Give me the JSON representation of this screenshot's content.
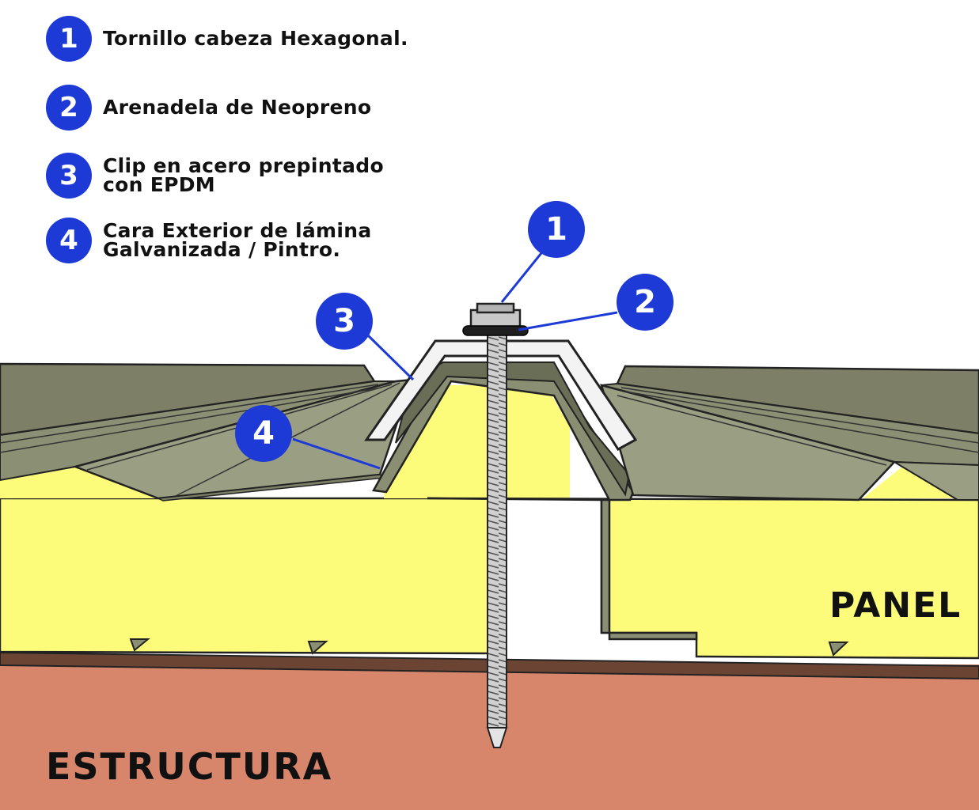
{
  "legend": [
    {
      "number": "1",
      "text": "Tornillo cabeza Hexagonal."
    },
    {
      "number": "2",
      "text": "Arenadela de Neopreno"
    },
    {
      "number": "3",
      "text": "Clip en acero prepintado\ncon EPDM"
    },
    {
      "number": "4",
      "text": "Cara Exterior de lámina\nGalvanizada / Pintro."
    }
  ],
  "callouts": [
    "1",
    "2",
    "3",
    "4"
  ],
  "labels": {
    "panel": "PANEL",
    "structure": "ESTRUCTURA"
  },
  "colors": {
    "accent_blue": "#1d3ad6",
    "foam_yellow": "#fcfc7a",
    "steel_green": "#8a8e73",
    "structure": "#d8866b",
    "structure_top": "#6b4433",
    "clip": "#f3f3f3",
    "screw": "#b3b3b3"
  },
  "icons": {
    "screw": "hex-head-screw-icon",
    "washer": "neoprene-washer-icon",
    "clip": "clip-icon"
  }
}
